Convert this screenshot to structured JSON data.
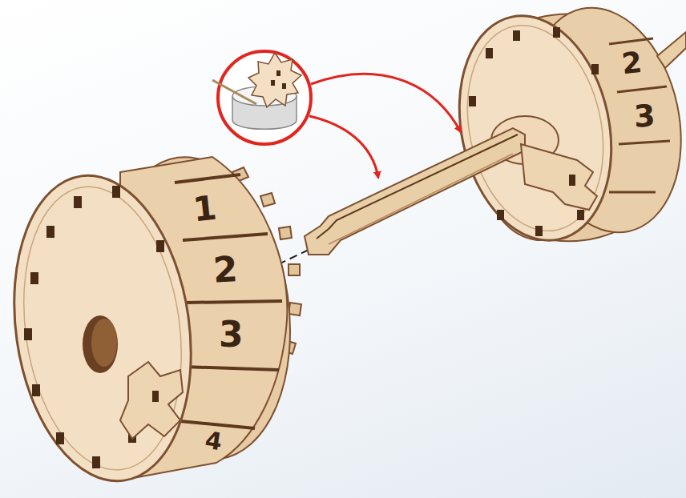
{
  "diagram": {
    "labels": [
      "1",
      "2",
      "3",
      "4",
      "2",
      "3"
    ]
  }
}
